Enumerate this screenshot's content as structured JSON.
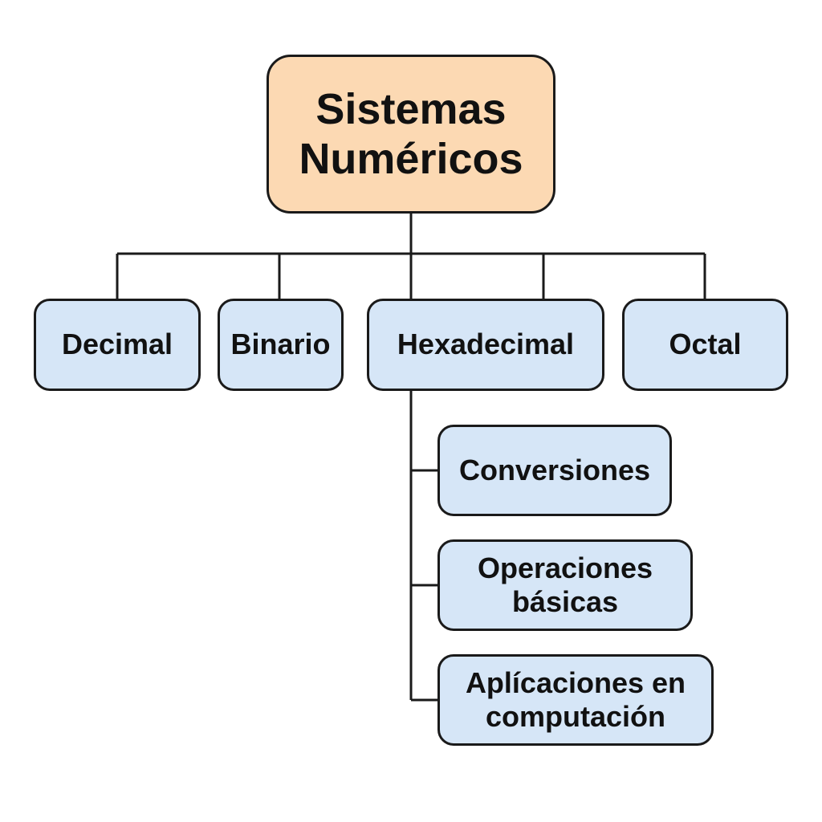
{
  "diagram": {
    "root": {
      "line1": "Sistemas",
      "line2": "Numéricos",
      "fill": "#fcd9b3"
    },
    "nodes": {
      "decimal": "Decimal",
      "binario": "Binario",
      "hexadecimal": "Hexadecimal",
      "octal": "Octal"
    },
    "subnodes": {
      "conversiones": "Conversiones",
      "operaciones_line1": "Operaciones",
      "operaciones_line2": "básicas",
      "aplicaciones_line1": "Aplícaciones en",
      "aplicaciones_line2": "computación"
    },
    "colors": {
      "node_fill": "#d6e6f7",
      "stroke": "#1a1a1a",
      "text": "#111111"
    }
  }
}
